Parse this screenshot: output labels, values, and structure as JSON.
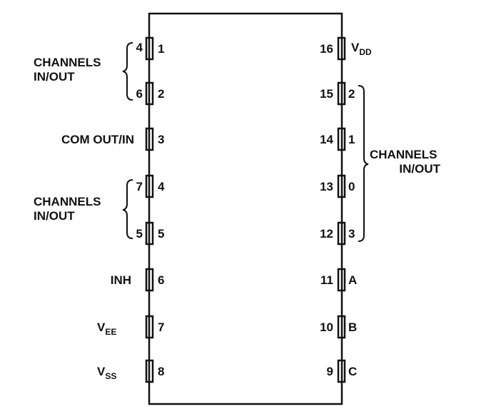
{
  "chip": {
    "pins_left": [
      {
        "number": "1",
        "channel": "4"
      },
      {
        "number": "2",
        "channel": "6"
      },
      {
        "number": "3",
        "signal": "COM OUT/IN"
      },
      {
        "number": "4",
        "channel": "7"
      },
      {
        "number": "5",
        "channel": "5"
      },
      {
        "number": "6",
        "signal": "INH"
      },
      {
        "number": "7",
        "signal_main": "V",
        "signal_sub": "EE"
      },
      {
        "number": "8",
        "signal_main": "V",
        "signal_sub": "SS"
      }
    ],
    "pins_right": [
      {
        "number": "16",
        "signal_main": "V",
        "signal_sub": "DD"
      },
      {
        "number": "15",
        "channel": "2"
      },
      {
        "number": "14",
        "channel": "1"
      },
      {
        "number": "13",
        "channel": "0"
      },
      {
        "number": "12",
        "channel": "3"
      },
      {
        "number": "11",
        "signal": "A"
      },
      {
        "number": "10",
        "signal": "B"
      },
      {
        "number": "9",
        "signal": "C"
      }
    ]
  },
  "groups": {
    "left_top": {
      "line1": "CHANNELS",
      "line2": "IN/OUT"
    },
    "left_bottom": {
      "line1": "CHANNELS",
      "line2": "IN/OUT"
    },
    "right": {
      "line1": "CHANNELS",
      "line2": "IN/OUT"
    }
  },
  "colors": {
    "ink": "#111111",
    "background": "#ffffff"
  }
}
